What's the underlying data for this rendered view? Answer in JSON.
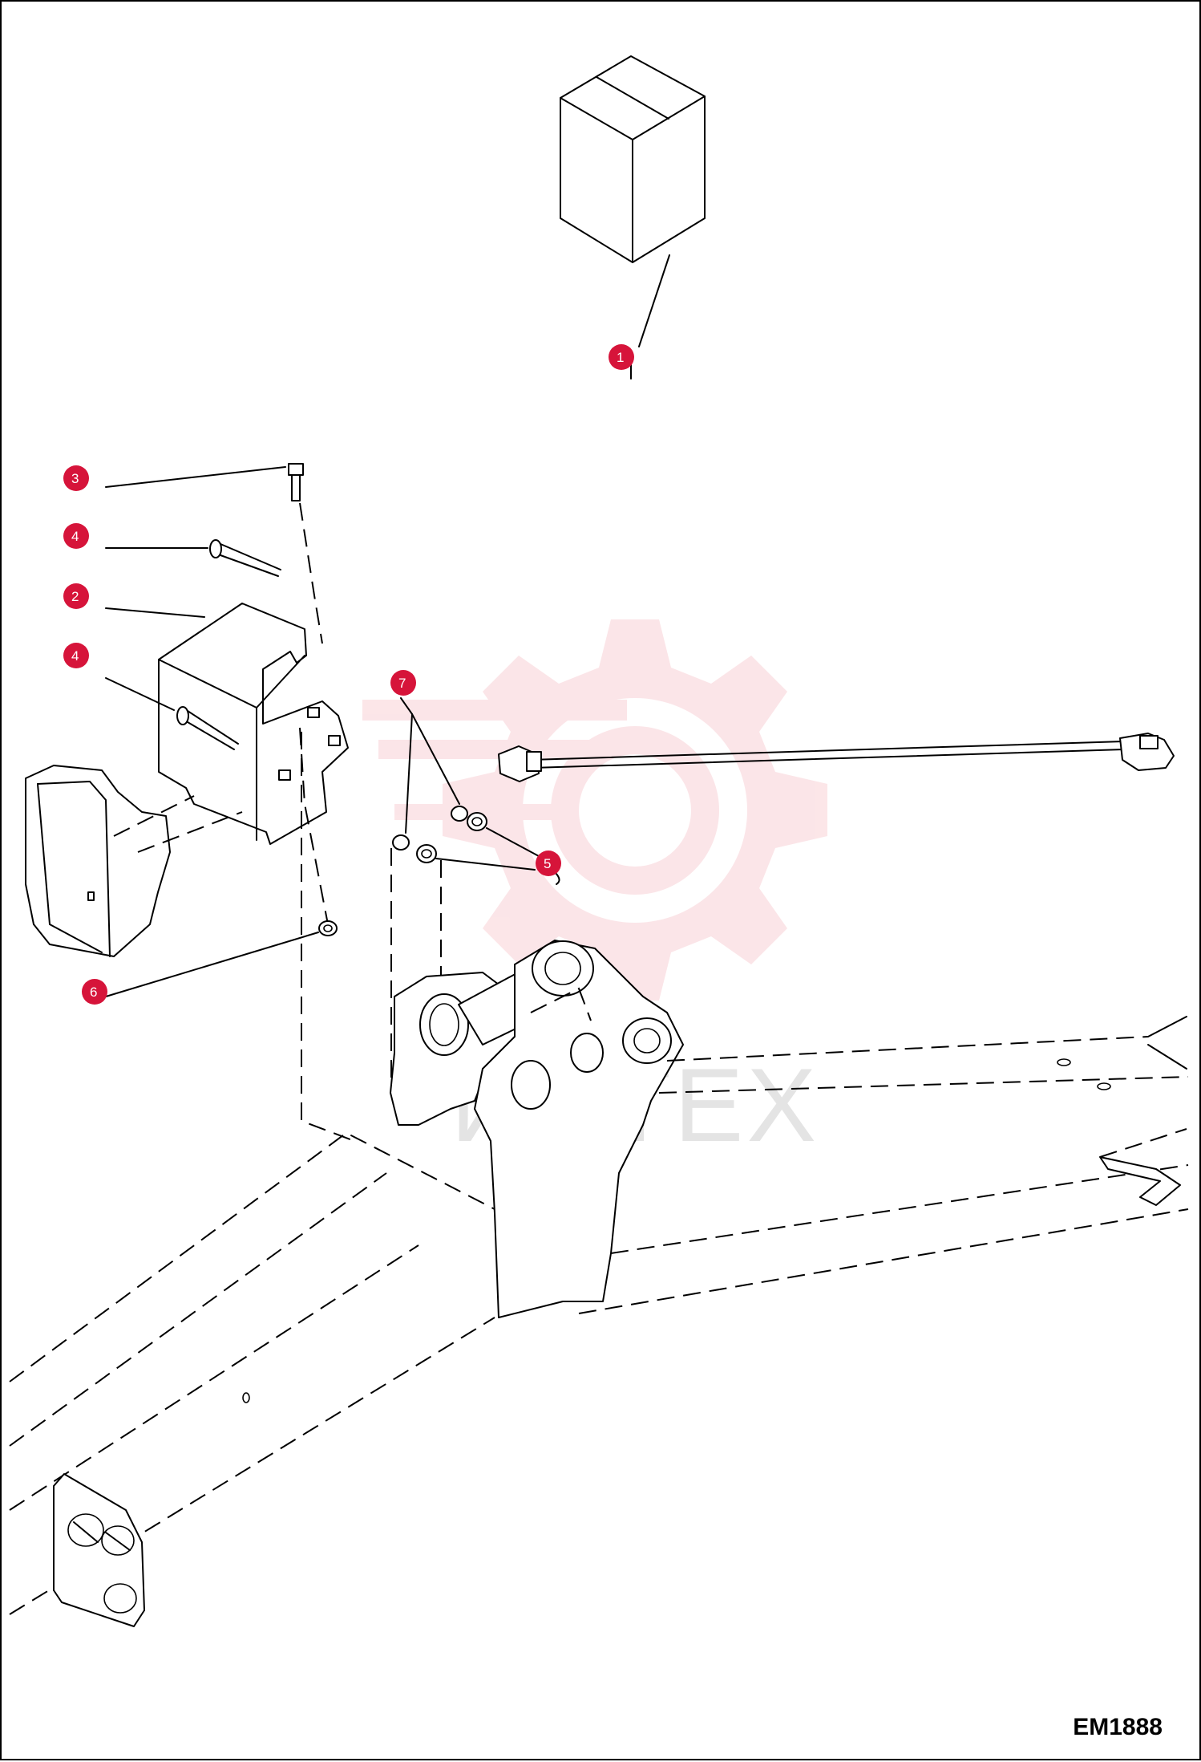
{
  "drawing": {
    "id": "EM1888",
    "watermark_text": "ИНТЕХ",
    "callout_color": "#d6143a",
    "watermark_color": "#f4a5ae"
  },
  "callouts": [
    {
      "label": "1",
      "part": "kit"
    },
    {
      "label": "2",
      "part": "light-bracket"
    },
    {
      "label": "3",
      "part": "bolt"
    },
    {
      "label": "4",
      "part": "upper-pin"
    },
    {
      "label": "4",
      "part": "lower-pin"
    },
    {
      "label": "5",
      "part": "nut"
    },
    {
      "label": "6",
      "part": "lower-nut"
    },
    {
      "label": "7",
      "part": "washer"
    }
  ]
}
